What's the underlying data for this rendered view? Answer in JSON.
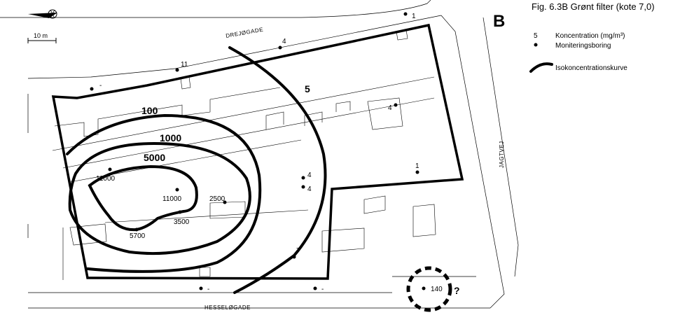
{
  "title": "Fig. 6.3B Grønt filter (kote 7,0)",
  "panel_letter": "B",
  "scale_label": "10 m",
  "north_arrow_icon": "north-arrow-icon",
  "streets": {
    "top": "DREJØGADE",
    "bottom": "HESSELØGADE",
    "right": "JAGTVEJ"
  },
  "legend": {
    "concentration_symbol": "5",
    "concentration_label": "Koncentration (mg/m³)",
    "well_label": "Moniteringsboring",
    "curve_label": "Isokoncentrationskurve"
  },
  "iso_labels": [
    "5",
    "100",
    "1000",
    "5000"
  ],
  "wells": [
    {
      "id": "w1",
      "value": "1"
    },
    {
      "id": "w2",
      "value": "4"
    },
    {
      "id": "w3",
      "value": "11"
    },
    {
      "id": "w4",
      "value": "-"
    },
    {
      "id": "w5",
      "value": "4"
    },
    {
      "id": "w6",
      "value": "1"
    },
    {
      "id": "w7",
      "value": "4"
    },
    {
      "id": "w8",
      "value": "4"
    },
    {
      "id": "w9",
      "value": "11000"
    },
    {
      "id": "w10",
      "value": "11000"
    },
    {
      "id": "w11",
      "value": "2500"
    },
    {
      "id": "w12",
      "value": "3500"
    },
    {
      "id": "w13",
      "value": "5700"
    },
    {
      "id": "w14",
      "value": "7"
    },
    {
      "id": "w15",
      "value": "-"
    },
    {
      "id": "w16",
      "value": "-"
    },
    {
      "id": "w17",
      "value": "140"
    }
  ],
  "uncertain_marker": "?"
}
